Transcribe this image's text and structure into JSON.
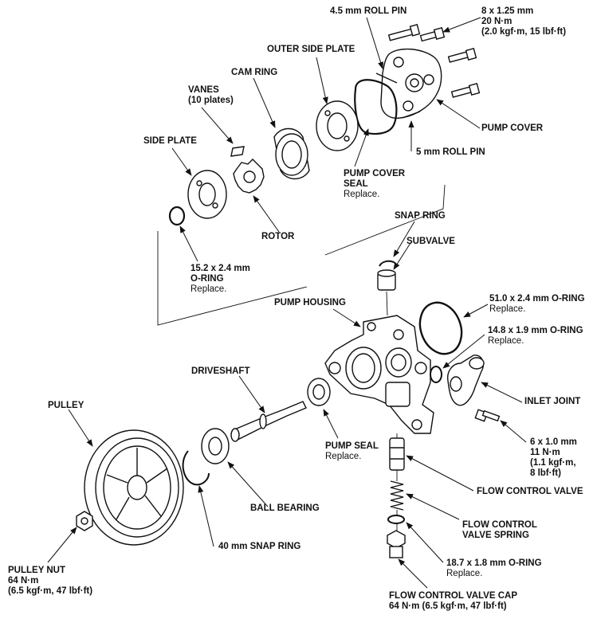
{
  "labels": {
    "roll_pin_45": "4.5 mm ROLL PIN",
    "bolt_8": {
      "title": "8 x 1.25 mm",
      "torque": "20 N·m",
      "torque_alt": "(2.0 kgf·m, 15 lbf·ft)"
    },
    "outer_side_plate": "OUTER SIDE PLATE",
    "cam_ring": "CAM RING",
    "vanes": {
      "title": "VANES",
      "note": "(10 plates)"
    },
    "side_plate": "SIDE PLATE",
    "pump_cover": "PUMP COVER",
    "roll_pin_5": "5 mm ROLL PIN",
    "pump_cover_seal": {
      "title1": "PUMP COVER",
      "title2": "SEAL",
      "note": "Replace."
    },
    "rotor": "ROTOR",
    "oring_152": {
      "title1": "15.2 x 2.4 mm",
      "title2": "O-RING",
      "note": "Replace."
    },
    "snap_ring": "SNAP RING",
    "subvalve": "SUBVALVE",
    "pump_housing": "PUMP HOUSING",
    "oring_510": {
      "title": "51.0 x 2.4 mm O-RING",
      "note": "Replace."
    },
    "oring_148": {
      "title": "14.8 x 1.9 mm O-RING",
      "note": "Replace."
    },
    "driveshaft": "DRIVESHAFT",
    "inlet_joint": "INLET JOINT",
    "pulley": "PULLEY",
    "bolt_6": {
      "title": "6 x 1.0 mm",
      "torque": "11 N·m",
      "alt1": "(1.1 kgf·m,",
      "alt2": "8 lbf·ft)"
    },
    "pump_seal": {
      "title": "PUMP SEAL",
      "note": "Replace."
    },
    "flow_control_valve": "FLOW CONTROL VALVE",
    "ball_bearing": "BALL BEARING",
    "flow_control_valve_spring": {
      "title1": "FLOW CONTROL",
      "title2": "VALVE SPRING"
    },
    "snap_ring_40": "40 mm SNAP RING",
    "oring_187": {
      "title": "18.7 x 1.8 mm O-RING",
      "note": "Replace."
    },
    "pulley_nut": {
      "title": "PULLEY NUT",
      "torque": "64 N·m",
      "torque_alt": "(6.5 kgf·m, 47 lbf·ft)"
    },
    "flow_control_valve_cap": {
      "title": "FLOW CONTROL VALVE CAP",
      "torque": "64 N·m (6.5 kgf·m, 47 lbf·ft)"
    }
  }
}
